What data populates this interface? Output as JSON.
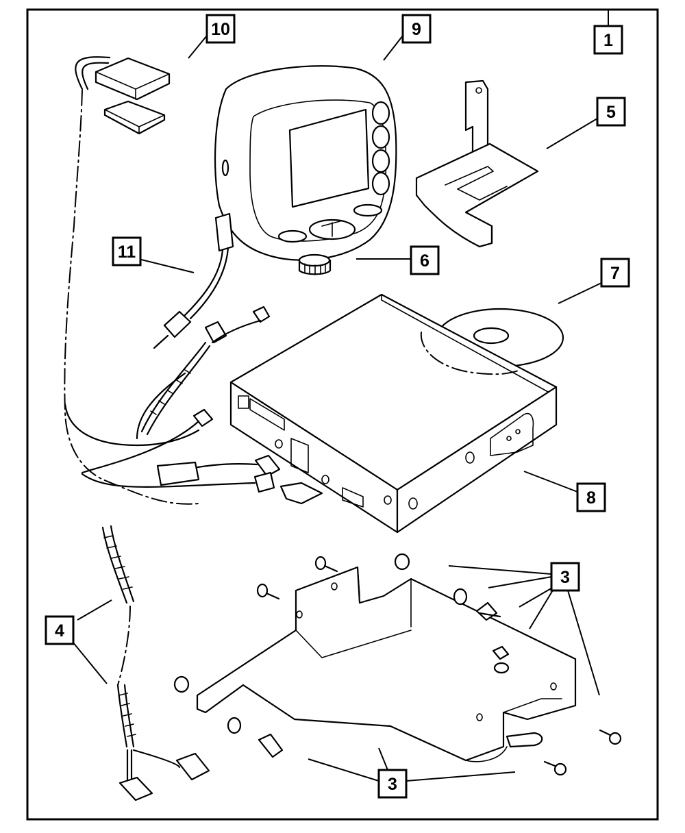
{
  "diagram": {
    "type": "exploded parts view",
    "subject": "Navigation system installation kit",
    "colors": {
      "line": "#000000",
      "background": "#ffffff"
    },
    "callouts": {
      "c1": {
        "label": "1",
        "part": "kit-assembly"
      },
      "c3a": {
        "label": "3",
        "part": "mounting-hardware-upper"
      },
      "c3b": {
        "label": "3",
        "part": "mounting-hardware-lower"
      },
      "c4": {
        "label": "4",
        "part": "main-wiring-harness"
      },
      "c5": {
        "label": "5",
        "part": "display-mount-bracket"
      },
      "c6": {
        "label": "6",
        "part": "mounting-knob"
      },
      "c7": {
        "label": "7",
        "part": "map-dvd-disc"
      },
      "c8": {
        "label": "8",
        "part": "navigation-receiver-module"
      },
      "c9": {
        "label": "9",
        "part": "display-screen-unit"
      },
      "c10": {
        "label": "10",
        "part": "gps-antenna"
      },
      "c11": {
        "label": "11",
        "part": "display-cable"
      }
    }
  }
}
